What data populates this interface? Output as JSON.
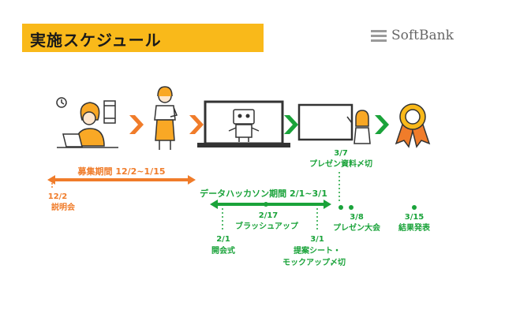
{
  "title": "実施スケジュール",
  "logo": {
    "name": "SoftBank"
  },
  "colors": {
    "accent_yellow": "#f9b91a",
    "orange": "#f07c2a",
    "green": "#1aa33a",
    "grey": "#9a9a9a"
  },
  "icons": [
    "person-at-laptop-icon",
    "standing-person-icon",
    "robot-monitor-icon",
    "presenter-whiteboard-icon",
    "award-medal-icon"
  ],
  "recruit": {
    "label": "募集期間 12/2~1/15"
  },
  "briefing": {
    "date": "12/2",
    "label": "説明会"
  },
  "hackathon": {
    "label": "データハッカソン期間 2/1~3/1"
  },
  "brushup": {
    "date": "2/17",
    "label": "ブラッシュアップ"
  },
  "opening": {
    "date": "2/1",
    "label": "開会式"
  },
  "proposal": {
    "date": "3/1",
    "label1": "提案シート・",
    "label2": "モックアップ〆切"
  },
  "presentation_deadline": {
    "date": "3/7",
    "label": "プレゼン資料〆切"
  },
  "presentation": {
    "date": "3/8",
    "label": "プレゼン大会"
  },
  "result": {
    "date": "3/15",
    "label": "結果発表"
  }
}
